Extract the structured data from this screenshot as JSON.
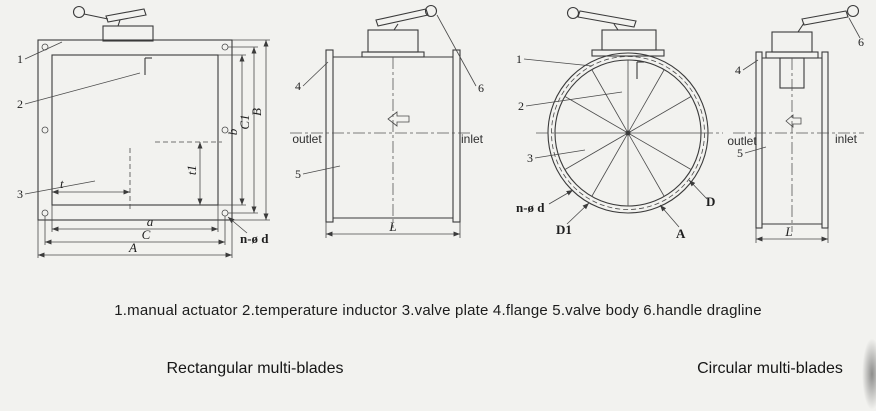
{
  "legend": {
    "parts": "1.manual actuator 2.temperature inductor 3.valve plate 4.flange 5.valve body 6.handle dragline"
  },
  "footer": {
    "rectangular_label": "Rectangular multi-blades",
    "circular_label": "Circular multi-blades"
  },
  "rect_front": {
    "callout_1": "1",
    "callout_2": "2",
    "callout_3": "3",
    "dim_t": "t",
    "dim_t1": "t1",
    "dim_b": "b",
    "dim_C1": "C1",
    "dim_B": "B",
    "dim_a": "a",
    "dim_C": "C",
    "dim_A": "A",
    "bolt_note": "n-ø d"
  },
  "rect_side": {
    "callout_4": "4",
    "callout_5": "5",
    "callout_6": "6",
    "outlet_label": "outlet",
    "inlet_label": "inlet",
    "dim_L": "L"
  },
  "circ_front": {
    "callout_1": "1",
    "callout_2": "2",
    "callout_3": "3",
    "bolt_note": "n-ø d",
    "dim_D1": "D1",
    "dim_A": "A",
    "dim_D": "D"
  },
  "circ_side": {
    "callout_4": "4",
    "callout_5": "5",
    "callout_6": "6",
    "outlet_label": "outlet",
    "inlet_label": "inlet",
    "dim_L": "L"
  }
}
